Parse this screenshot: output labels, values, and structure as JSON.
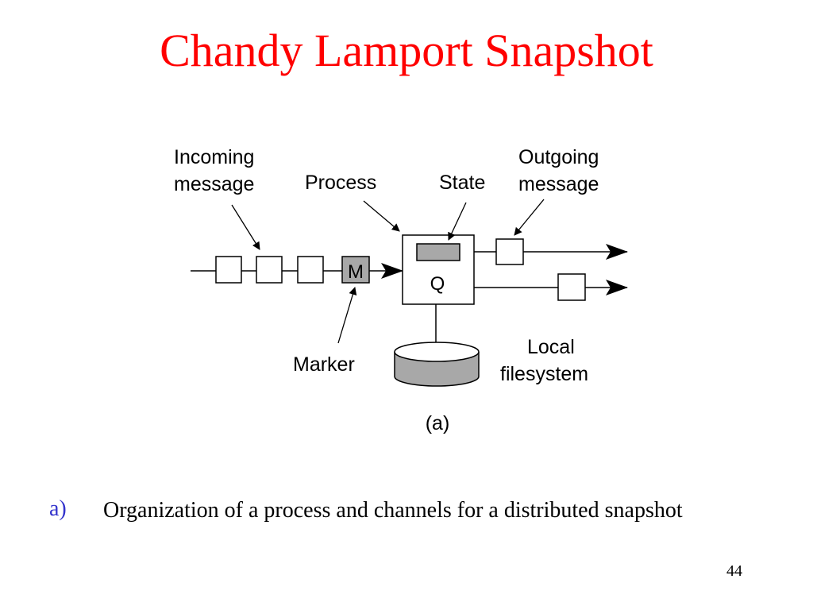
{
  "slide": {
    "title": "Chandy Lamport Snapshot",
    "page_number": "44"
  },
  "diagram": {
    "labels": {
      "incoming_line1": "Incoming",
      "incoming_line2": "message",
      "process": "Process",
      "state": "State",
      "outgoing_line1": "Outgoing",
      "outgoing_line2": "message",
      "marker_box": "M",
      "process_name": "Q",
      "marker": "Marker",
      "local_line1": "Local",
      "local_line2": "filesystem",
      "figure_caption": "(a)"
    }
  },
  "caption": {
    "marker": "a)",
    "text": "Organization of a process and channels for a distributed snapshot"
  }
}
